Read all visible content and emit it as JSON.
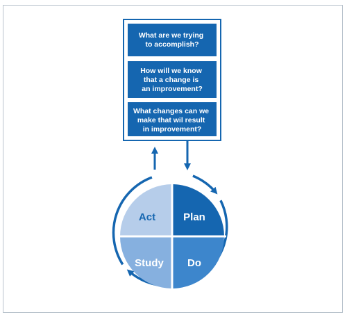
{
  "colors": {
    "primary": "#1566b0",
    "plan": "#1566b0",
    "do": "#3d86cc",
    "study": "#86b0df",
    "act": "#b6cdea",
    "frame": "#b8c2cc"
  },
  "questions": [
    {
      "lines": [
        "What are we trying",
        "to accomplish?"
      ]
    },
    {
      "lines": [
        "How will we know",
        "that a change is",
        "an improvement?"
      ]
    },
    {
      "lines": [
        "What changes can we",
        "make that wil result",
        "in improvement?"
      ]
    }
  ],
  "cycle": {
    "act": "Act",
    "plan": "Plan",
    "study": "Study",
    "do": "Do"
  }
}
